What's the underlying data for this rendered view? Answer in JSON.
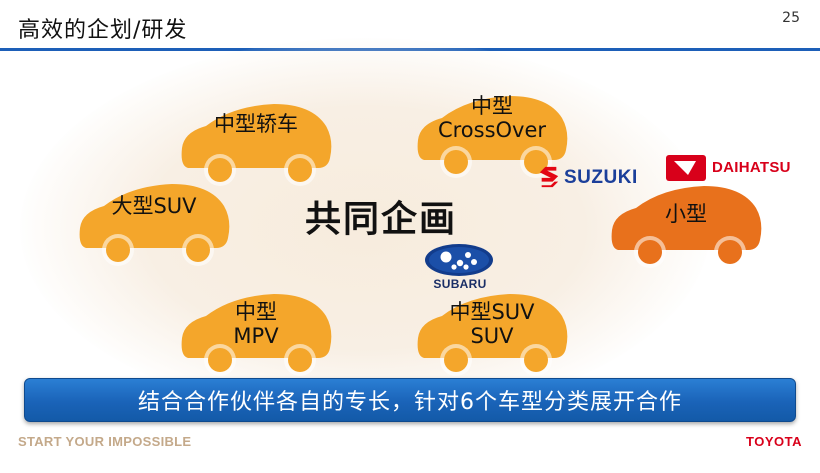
{
  "header": {
    "title": "高效的企划/研发",
    "page_number": "25"
  },
  "center": {
    "title": "共同企画"
  },
  "cars": [
    {
      "lines": [
        "中型轿车"
      ],
      "color": "#f4a62b"
    },
    {
      "lines": [
        "中型",
        "CrossOver"
      ],
      "color": "#f4a62b"
    },
    {
      "lines": [
        "大型SUV"
      ],
      "color": "#f4a62b"
    },
    {
      "lines": [
        "中型",
        "MPV"
      ],
      "color": "#f4a62b"
    },
    {
      "lines": [
        "中型SUV",
        "SUV"
      ],
      "color": "#f4a62b"
    },
    {
      "lines": [
        "小型"
      ],
      "color": "#e8711c"
    }
  ],
  "brands": {
    "suzuki": "SUZUKI",
    "daihatsu": "DAIHATSU",
    "subaru": "SUBARU"
  },
  "colors": {
    "accent_blue": "#1d5fb8",
    "suzuki_blue": "#1b3f9a",
    "suzuki_red": "#e30613",
    "daihatsu_red": "#d8001a",
    "toyota_red": "#d8001a"
  },
  "banner": {
    "text": "结合合作伙伴各自的专长，针对6个车型分类展开合作"
  },
  "footer": {
    "slogan": "START YOUR IMPOSSIBLE",
    "brand": "TOYOTA"
  }
}
